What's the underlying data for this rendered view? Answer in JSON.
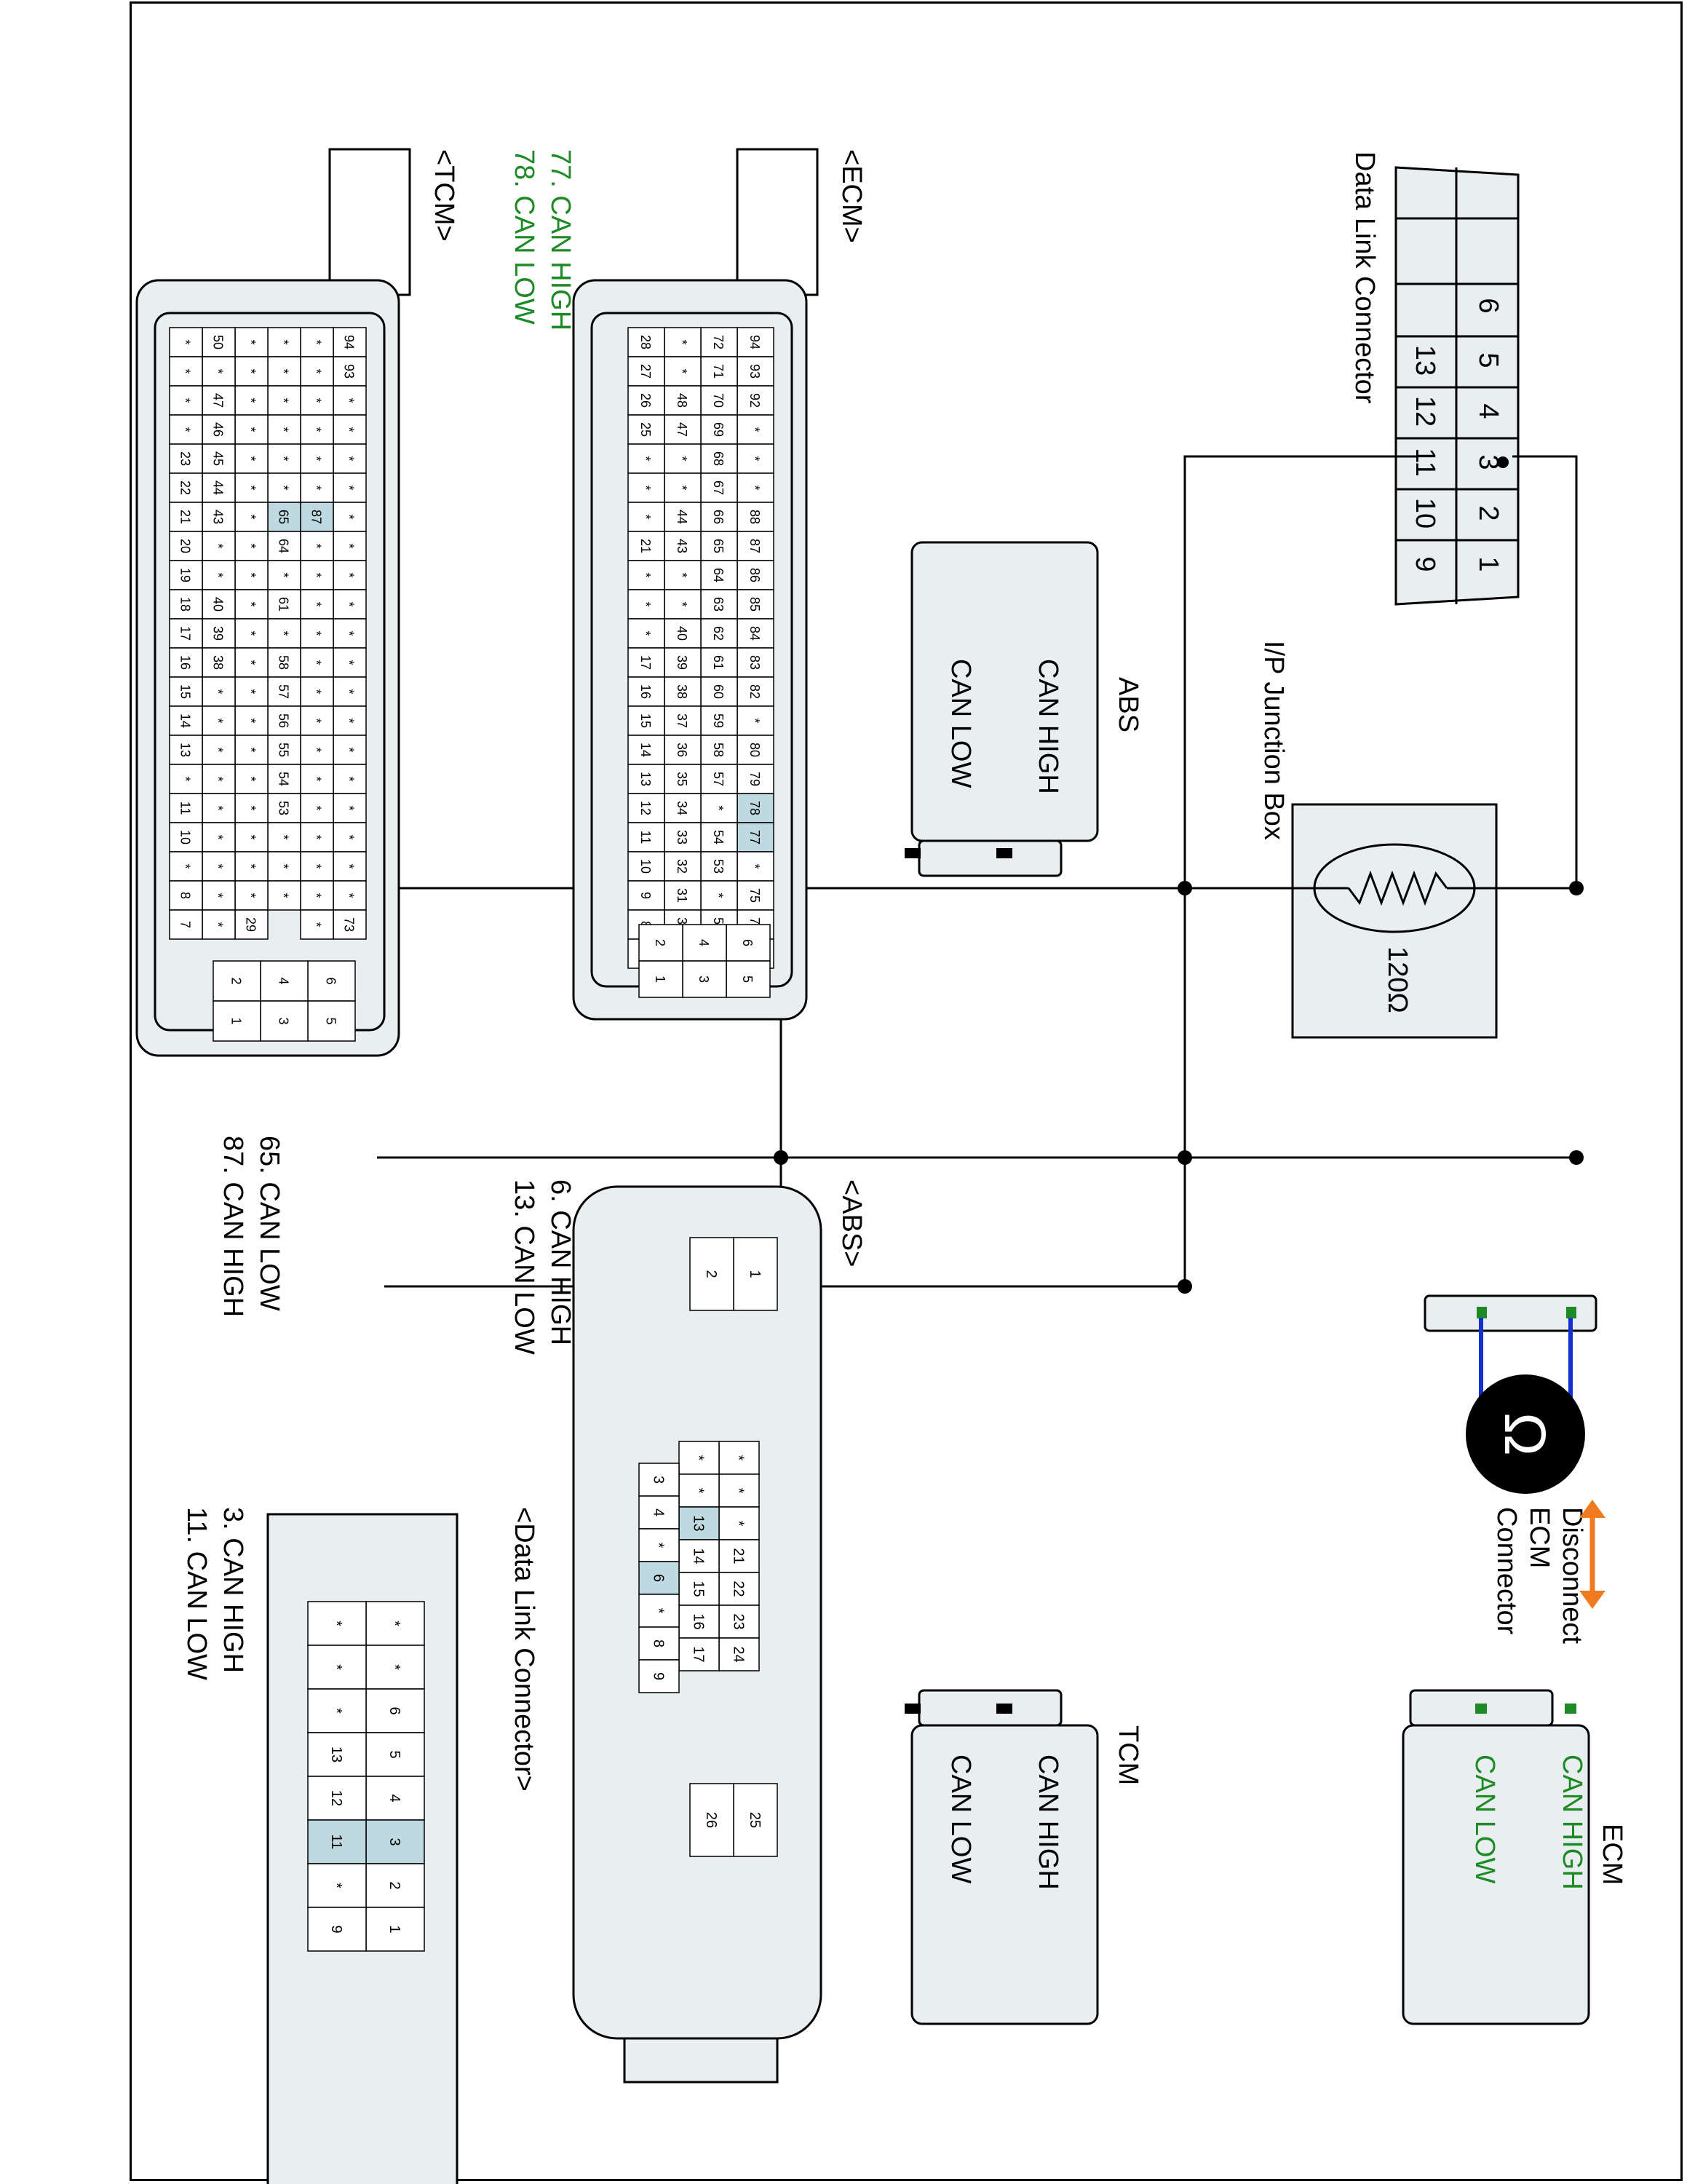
{
  "modules": {
    "ecm": {
      "title": "ECM",
      "can_high": "CAN HIGH",
      "can_low": "CAN LOW"
    },
    "tcm": {
      "title": "TCM",
      "can_high": "CAN HIGH",
      "can_low": "CAN LOW"
    },
    "abs": {
      "title": "ABS",
      "can_high": "CAN HIGH",
      "can_low": "CAN LOW"
    },
    "junction_box": {
      "title": "I/P Junction Box",
      "resistor": "120Ω"
    },
    "dlc": {
      "title": "Data Link Connector",
      "pins": [
        "6",
        "5",
        "4",
        "3",
        "2",
        "1",
        "13",
        "12",
        "11",
        "10",
        "9"
      ]
    }
  },
  "disconnect": {
    "lines": [
      "Disconnect",
      "ECM",
      "Connector"
    ],
    "icon_text": "Ω"
  },
  "connector_views": {
    "ecm": {
      "title": "<ECM>",
      "notes": [
        "77. CAN HIGH",
        "78. CAN LOW"
      ],
      "row1": [
        "94",
        "93",
        "92",
        "*",
        "*",
        "*",
        "88",
        "87",
        "86",
        "85",
        "84",
        "83",
        "82",
        "*",
        "80",
        "79",
        "78",
        "77",
        "*",
        "75",
        "74",
        "*"
      ],
      "row2": [
        "72",
        "71",
        "70",
        "69",
        "68",
        "67",
        "66",
        "65",
        "64",
        "63",
        "62",
        "61",
        "60",
        "59",
        "58",
        "57",
        "*",
        "54",
        "53",
        "*",
        "51",
        ""
      ],
      "row3": [
        "*",
        "*",
        "48",
        "47",
        "*",
        "*",
        "44",
        "43",
        "*",
        "*",
        "40",
        "39",
        "38",
        "37",
        "36",
        "35",
        "34",
        "33",
        "32",
        "31",
        "30",
        "*"
      ],
      "row4": [
        "28",
        "27",
        "26",
        "25",
        "*",
        "*",
        "*",
        "21",
        "*",
        "*",
        "*",
        "17",
        "16",
        "15",
        "14",
        "13",
        "12",
        "11",
        "10",
        "9",
        "8",
        "*"
      ],
      "small": [
        "6",
        "5",
        "4",
        "3",
        "2",
        "1"
      ]
    },
    "tcm": {
      "title": "<TCM>",
      "notes": [
        "65. CAN LOW",
        "87. CAN HIGH"
      ],
      "row1": [
        "94",
        "93",
        "*",
        "*",
        "*",
        "*",
        "*",
        "*",
        "*",
        "*",
        "*",
        "*",
        "*",
        "*",
        "*",
        "*",
        "*",
        "*",
        "*",
        "*",
        "73"
      ],
      "row2": [
        "*",
        "*",
        "*",
        "*",
        "*",
        "*",
        "87",
        "*",
        "*",
        "*",
        "*",
        "*",
        "*",
        "*",
        "*",
        "*",
        "*",
        "*",
        "*",
        "*",
        "*"
      ],
      "row3": [
        "*",
        "*",
        "*",
        "*",
        "*",
        "*",
        "65",
        "64",
        "*",
        "61",
        "*",
        "58",
        "57",
        "56",
        "55",
        "54",
        "53",
        "*",
        "*",
        "*"
      ],
      "row4": [
        "*",
        "*",
        "*",
        "*",
        "*",
        "*",
        "*",
        "*",
        "*",
        "*",
        "*",
        "*",
        "*",
        "*",
        "*",
        "*",
        "*",
        "*",
        "*",
        "*",
        "29"
      ],
      "row5": [
        "50",
        "*",
        "47",
        "46",
        "45",
        "44",
        "43",
        "*",
        "*",
        "40",
        "39",
        "38",
        "*",
        "*",
        "*",
        "*",
        "*",
        "*",
        "*",
        "*",
        "*"
      ],
      "row6": [
        "*",
        "*",
        "*",
        "*",
        "23",
        "22",
        "21",
        "20",
        "19",
        "18",
        "17",
        "16",
        "15",
        "14",
        "13",
        "*",
        "11",
        "10",
        "*",
        "8",
        "7"
      ],
      "small": [
        "6",
        "5",
        "4",
        "3",
        "2",
        "1"
      ]
    },
    "abs": {
      "title": "<ABS>",
      "notes": [
        "6. CAN HIGH",
        "13. CAN LOW"
      ],
      "top": [
        "1",
        "2"
      ],
      "rowA": [
        "*",
        "*",
        "*",
        "21",
        "22",
        "23",
        "24"
      ],
      "rowB": [
        "*",
        "*",
        "13",
        "14",
        "15",
        "16",
        "17"
      ],
      "rowC": [
        "3",
        "4",
        "*",
        "6",
        "*",
        "8",
        "9"
      ],
      "bottom": [
        "25",
        "26"
      ]
    },
    "dlc": {
      "title": "<Data Link Connector>",
      "notes": [
        "3. CAN HIGH",
        "11. CAN LOW"
      ],
      "rowA": [
        "*",
        "*",
        "6",
        "5",
        "4",
        "3",
        "2",
        "1"
      ],
      "rowB": [
        "*",
        "*",
        "*",
        "13",
        "12",
        "11",
        "*",
        "9"
      ]
    }
  },
  "colors": {
    "can_label": "#1e8a25",
    "disconnect_arrow": "#f07a1e",
    "wire_blue": "#1530d0",
    "highlight": "#bfd9e0"
  }
}
